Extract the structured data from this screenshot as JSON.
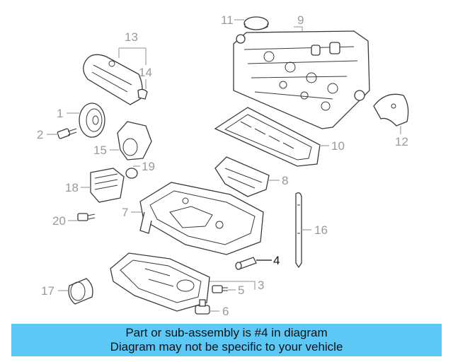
{
  "callouts": [
    {
      "id": "1",
      "label": "1"
    },
    {
      "id": "2",
      "label": "2"
    },
    {
      "id": "3",
      "label": "3"
    },
    {
      "id": "4",
      "label": "4",
      "highlighted": true
    },
    {
      "id": "5",
      "label": "5"
    },
    {
      "id": "6",
      "label": "6"
    },
    {
      "id": "7",
      "label": "7"
    },
    {
      "id": "8",
      "label": "8"
    },
    {
      "id": "9",
      "label": "9"
    },
    {
      "id": "10",
      "label": "10"
    },
    {
      "id": "11",
      "label": "11"
    },
    {
      "id": "12",
      "label": "12"
    },
    {
      "id": "13",
      "label": "13"
    },
    {
      "id": "14",
      "label": "14"
    },
    {
      "id": "15",
      "label": "15"
    },
    {
      "id": "16",
      "label": "16"
    },
    {
      "id": "17",
      "label": "17"
    },
    {
      "id": "18",
      "label": "18"
    },
    {
      "id": "19",
      "label": "19"
    },
    {
      "id": "20",
      "label": "20"
    }
  ],
  "banner": {
    "line1": "Part or sub-assembly is #4 in diagram",
    "line2": "Diagram may not be specific to your vehicle"
  },
  "colors": {
    "banner_bg": "#5bc8f5",
    "callout_text": "#9a9a9a",
    "highlight_text": "#111111",
    "part_stroke": "#3a3a3a"
  }
}
